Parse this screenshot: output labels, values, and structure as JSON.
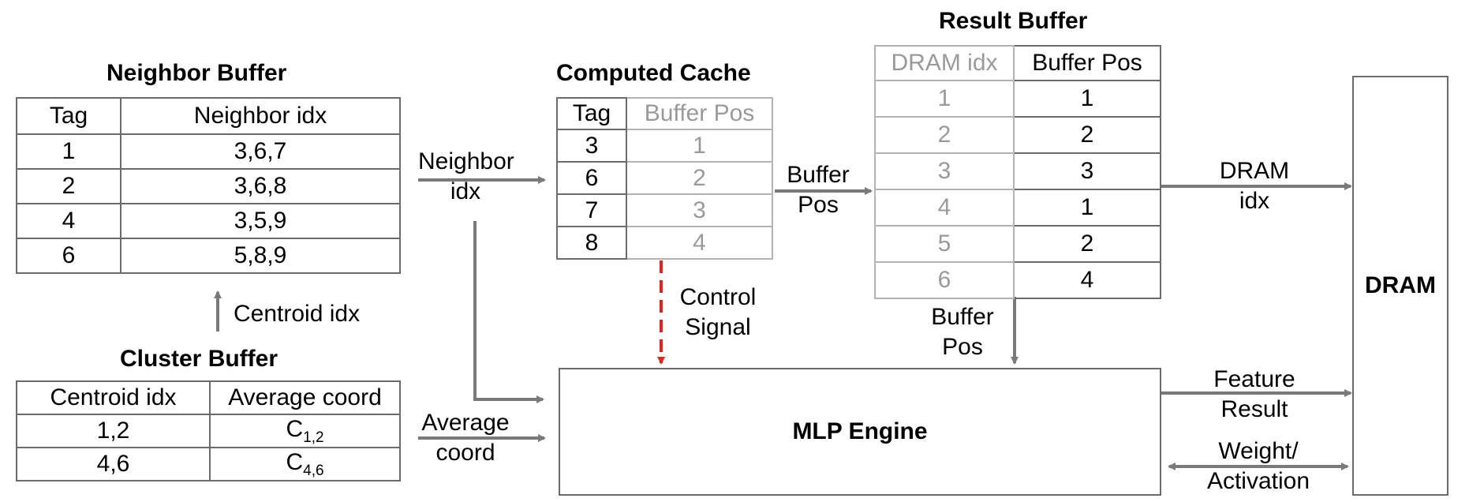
{
  "neighbor_buffer": {
    "title": "Neighbor Buffer",
    "headers": [
      "Tag",
      "Neighbor idx"
    ],
    "rows": [
      [
        "1",
        "3,6,7"
      ],
      [
        "2",
        "3,6,8"
      ],
      [
        "4",
        "3,5,9"
      ],
      [
        "6",
        "5,8,9"
      ]
    ]
  },
  "centroid_arrow_label": "Centroid idx",
  "cluster_buffer": {
    "title": "Cluster Buffer",
    "headers": [
      "Centroid idx",
      "Average coord"
    ],
    "rows": [
      {
        "idx": "1,2",
        "coord": "C",
        "coord_sub": "1,2"
      },
      {
        "idx": "4,6",
        "coord": "C",
        "coord_sub": "4,6"
      }
    ]
  },
  "computed_cache": {
    "title": "Computed Cache",
    "headers": [
      "Tag",
      "Buffer Pos"
    ],
    "rows": [
      [
        "3",
        "1"
      ],
      [
        "6",
        "2"
      ],
      [
        "7",
        "3"
      ],
      [
        "8",
        "4"
      ]
    ]
  },
  "result_buffer": {
    "title": "Result Buffer",
    "headers": [
      "DRAM idx",
      "Buffer Pos"
    ],
    "rows": [
      [
        "1",
        "1"
      ],
      [
        "2",
        "2"
      ],
      [
        "3",
        "3"
      ],
      [
        "4",
        "1"
      ],
      [
        "5",
        "2"
      ],
      [
        "6",
        "4"
      ]
    ]
  },
  "labels": {
    "neighbor_idx": [
      "Neighbor",
      "idx"
    ],
    "average_coord": [
      "Average",
      "coord"
    ],
    "buffer_pos_right": [
      "Buffer",
      "Pos"
    ],
    "buffer_pos_down": [
      "Buffer",
      "Pos"
    ],
    "control_signal": [
      "Control",
      "Signal"
    ],
    "dram_idx": [
      "DRAM",
      "idx"
    ],
    "feature_result": [
      "Feature",
      "Result"
    ],
    "weight_activation": [
      "Weight/",
      "Activation"
    ]
  },
  "mlp_engine": "MLP Engine",
  "dram": "DRAM",
  "colors": {
    "line": "#6b6b6b",
    "arrow": "#7a7a7a",
    "control": "#e82020",
    "gray_text": "#9a9a9a"
  }
}
